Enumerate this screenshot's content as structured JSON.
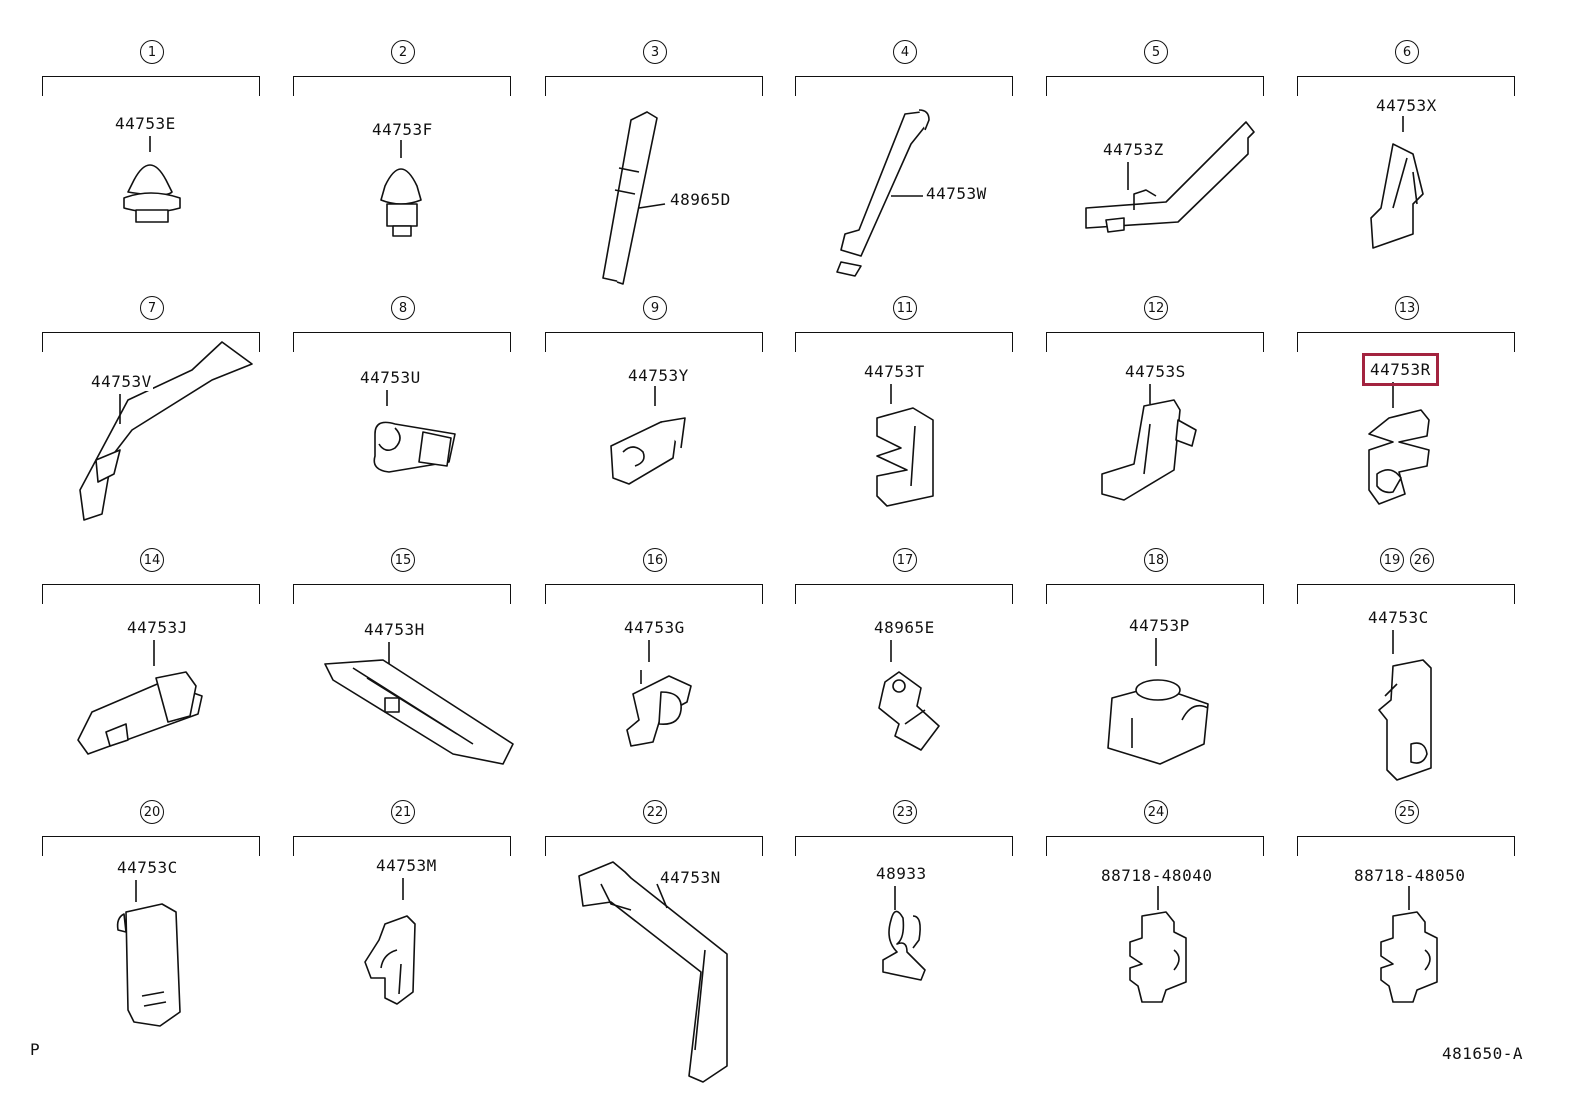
{
  "diagram_code": "481650-A",
  "page_marker": "P",
  "highlight_color": "#a3233f",
  "items": [
    {
      "numbers": [
        "1"
      ],
      "part": "44753E",
      "highlighted": false
    },
    {
      "numbers": [
        "2"
      ],
      "part": "44753F",
      "highlighted": false
    },
    {
      "numbers": [
        "3"
      ],
      "part": "48965D",
      "highlighted": false
    },
    {
      "numbers": [
        "4"
      ],
      "part": "44753W",
      "highlighted": false
    },
    {
      "numbers": [
        "5"
      ],
      "part": "44753Z",
      "highlighted": false
    },
    {
      "numbers": [
        "6"
      ],
      "part": "44753X",
      "highlighted": false
    },
    {
      "numbers": [
        "7"
      ],
      "part": "44753V",
      "highlighted": false
    },
    {
      "numbers": [
        "8"
      ],
      "part": "44753U",
      "highlighted": false
    },
    {
      "numbers": [
        "9"
      ],
      "part": "44753Y",
      "highlighted": false
    },
    {
      "numbers": [
        "11"
      ],
      "part": "44753T",
      "highlighted": false
    },
    {
      "numbers": [
        "12"
      ],
      "part": "44753S",
      "highlighted": false
    },
    {
      "numbers": [
        "13"
      ],
      "part": "44753R",
      "highlighted": true
    },
    {
      "numbers": [
        "14"
      ],
      "part": "44753J",
      "highlighted": false
    },
    {
      "numbers": [
        "15"
      ],
      "part": "44753H",
      "highlighted": false
    },
    {
      "numbers": [
        "16"
      ],
      "part": "44753G",
      "highlighted": false
    },
    {
      "numbers": [
        "17"
      ],
      "part": "48965E",
      "highlighted": false
    },
    {
      "numbers": [
        "18"
      ],
      "part": "44753P",
      "highlighted": false
    },
    {
      "numbers": [
        "19",
        "26"
      ],
      "part": "44753C",
      "highlighted": false
    },
    {
      "numbers": [
        "20"
      ],
      "part": "44753C",
      "highlighted": false
    },
    {
      "numbers": [
        "21"
      ],
      "part": "44753M",
      "highlighted": false
    },
    {
      "numbers": [
        "22"
      ],
      "part": "44753N",
      "highlighted": false
    },
    {
      "numbers": [
        "23"
      ],
      "part": "48933",
      "highlighted": false
    },
    {
      "numbers": [
        "24"
      ],
      "part": "88718-48040",
      "highlighted": false
    },
    {
      "numbers": [
        "25"
      ],
      "part": "88718-48050",
      "highlighted": false
    }
  ]
}
